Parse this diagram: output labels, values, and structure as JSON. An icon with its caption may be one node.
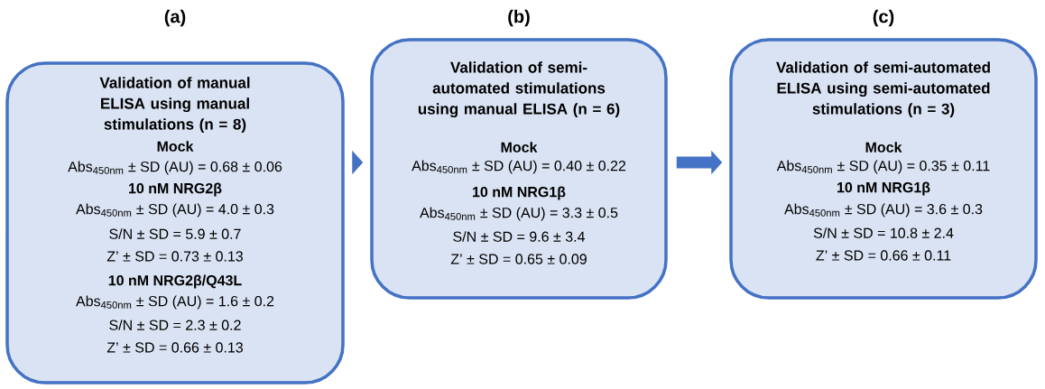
{
  "diagram": {
    "nodes": [
      {
        "text": [
          "(a)",
          "Validation of manual ELISA using manual stimulations (n = 8)",
          "Mock",
          "Abs$_{450nm}$ ± SD (AU) = 0.68 ± 0.06",
          "10 nM NRG2β",
          "Abs$_{450nm}$ ± SD (AU) = 4.0 ± 0.3",
          "S/N ± SD = 5.9 ± 0.7",
          "Z’ ± SD = 0.73 ± 0.13",
          "10 nM NRG2β/Q43L",
          "Abs$_{450nm}$ ± SD (AU) = 1.6 ± 0.2",
          "S/N ± SD = 2.3 ± 0.2",
          "Z’ ± SD = 0.66 ± 0.13"
        ]
      },
      {
        "text": [
          "(b)",
          "Validation of semi-automated stimulations using manual ELISA (n = 6)",
          "Mock",
          "Abs$_{450nm}$ ± SD (AU) = 0.40 ± 0.22",
          "10 nM NRG1β",
          "Abs$_{450nm}$ ± SD (AU) = 3.3 ± 0.5",
          "S/N ± SD = 9.6 ± 3.4",
          "Z’ ± SD = 0.65 ± 0.09"
        ]
      },
      {
        "text": [
          "(c)",
          "Validation of semi-automated ELISA using semi-automated stimulations (n = 3)",
          "Mock",
          "Abs$_{450nm}$ ± SD (AU) = 0.35 ± 0.11",
          "10 nM NRG1β",
          "Abs$_{450nm}$ ± SD (AU) = 3.6 ± 0.3",
          "S/N ± SD = 10.8 ± 2.4",
          "Z’ ± SD = 0.66 ± 0.11"
        ]
      }
    ],
    "edges": [
      {
        "from": 0,
        "to": 1,
        "arrow": "to"
      },
      {
        "from": 1,
        "to": 2,
        "arrow": "to"
      }
    ]
  }
}
